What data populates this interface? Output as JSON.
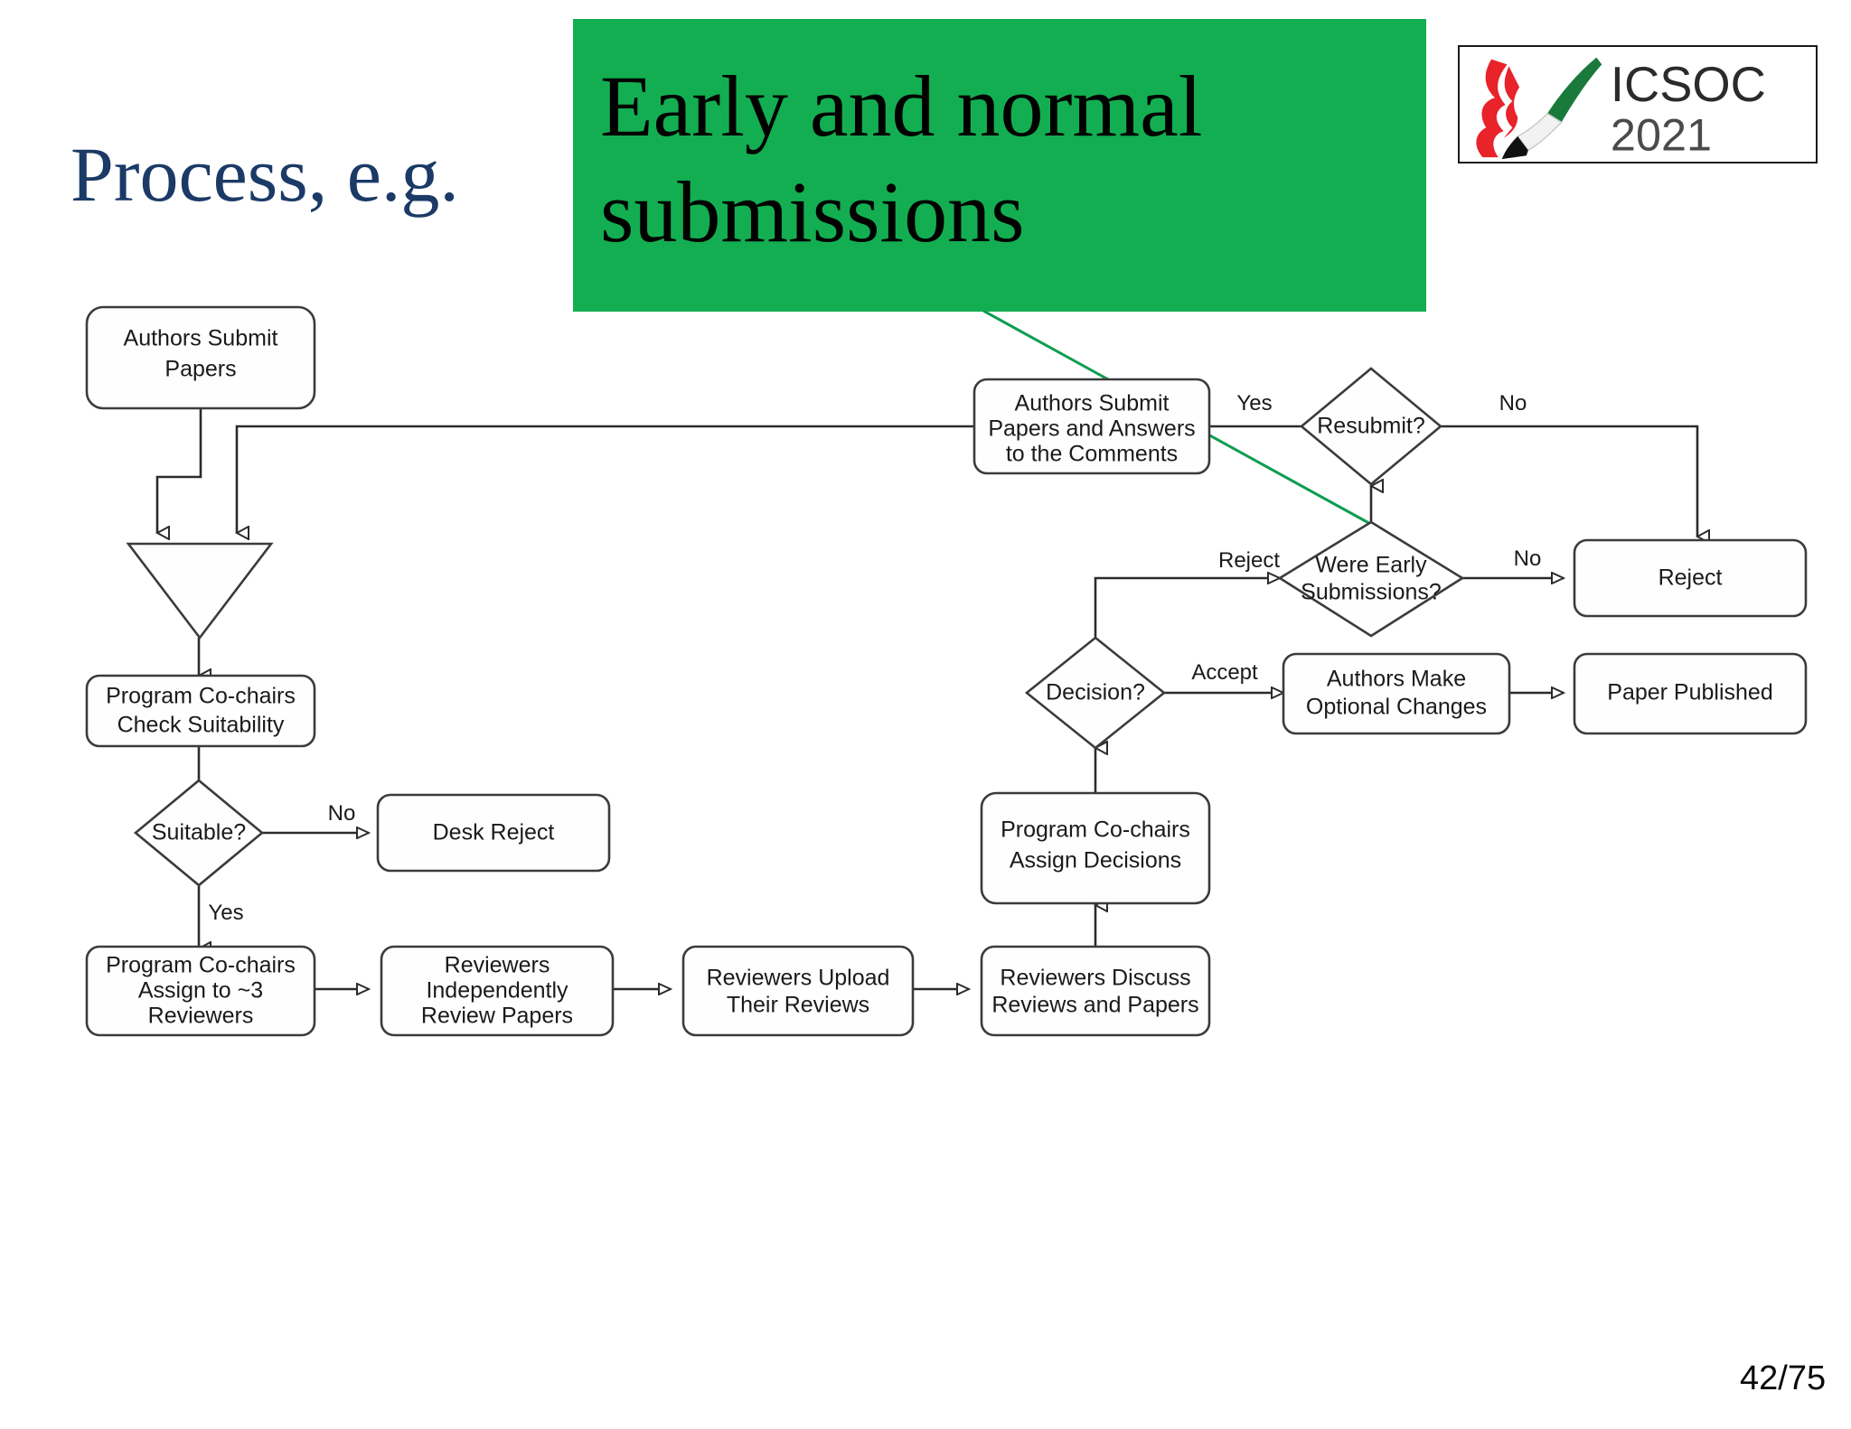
{
  "slide": {
    "title": "Process, e.g.",
    "title_color": "#1b3a66",
    "page_number": "42/75",
    "background": "#ffffff"
  },
  "callout": {
    "text_line1": "Early and normal",
    "text_line2": "submissions",
    "background_color": "#13ae51",
    "text_color": "#000000",
    "connector_color": "#0f9d4f"
  },
  "logo": {
    "name": "ICSOC 2021",
    "line1": "ICSOC",
    "line2": "2021",
    "colors": {
      "red": "#e8232a",
      "green": "#1a7a3c",
      "white": "#f2f2f2",
      "black": "#111111",
      "text": "#2b2b2b"
    }
  },
  "flowchart": {
    "type": "process-flow-diagram",
    "nodes": [
      {
        "id": "authors_submit_papers",
        "shape": "rounded-rect",
        "label": "Authors Submit\nPapers",
        "lines": [
          "Authors Submit",
          "Papers"
        ]
      },
      {
        "id": "merge",
        "shape": "inverted-triangle",
        "label": ""
      },
      {
        "id": "check_suitability",
        "shape": "rounded-rect",
        "label": "Program Co-chairs\nCheck Suitability",
        "lines": [
          "Program Co-chairs",
          "Check Suitability"
        ]
      },
      {
        "id": "suitable",
        "shape": "diamond",
        "label": "Suitable?",
        "lines": [
          "Suitable?"
        ]
      },
      {
        "id": "desk_reject",
        "shape": "rounded-rect",
        "label": "Desk Reject",
        "lines": [
          "Desk Reject"
        ]
      },
      {
        "id": "assign_reviewers",
        "shape": "rounded-rect",
        "label": "Program Co-chairs\nAssign to ~3\nReviewers",
        "lines": [
          "Program Co-chairs",
          "Assign to ~3",
          "Reviewers"
        ]
      },
      {
        "id": "independent_review",
        "shape": "rounded-rect",
        "label": "Reviewers\nIndependently\nReview Papers",
        "lines": [
          "Reviewers",
          "Independently",
          "Review Papers"
        ]
      },
      {
        "id": "upload_reviews",
        "shape": "rounded-rect",
        "label": "Reviewers Upload\nTheir Reviews",
        "lines": [
          "Reviewers Upload",
          "Their Reviews"
        ]
      },
      {
        "id": "discuss_reviews",
        "shape": "rounded-rect",
        "label": "Reviewers Discuss\nReviews and Papers",
        "lines": [
          "Reviewers Discuss",
          "Reviews and Papers"
        ]
      },
      {
        "id": "assign_decisions",
        "shape": "rounded-rect",
        "label": "Program Co-chairs\nAssign Decisions",
        "lines": [
          "Program Co-chairs",
          "Assign Decisions"
        ]
      },
      {
        "id": "decision",
        "shape": "diamond",
        "label": "Decision?",
        "lines": [
          "Decision?"
        ]
      },
      {
        "id": "optional_changes",
        "shape": "rounded-rect",
        "label": "Authors Make\nOptional Changes",
        "lines": [
          "Authors Make",
          "Optional Changes"
        ]
      },
      {
        "id": "paper_published",
        "shape": "rounded-rect",
        "label": "Paper Published",
        "lines": [
          "Paper Published"
        ]
      },
      {
        "id": "were_early",
        "shape": "diamond",
        "label": "Were Early\nSubmissions?",
        "lines": [
          "Were Early",
          "Submissions?"
        ]
      },
      {
        "id": "reject",
        "shape": "rounded-rect",
        "label": "Reject",
        "lines": [
          "Reject"
        ]
      },
      {
        "id": "resubmit",
        "shape": "diamond",
        "label": "Resubmit?",
        "lines": [
          "Resubmit?"
        ]
      },
      {
        "id": "submit_answers",
        "shape": "rounded-rect",
        "label": "Authors Submit\nPapers and Answers\nto the Comments",
        "lines": [
          "Authors Submit",
          "Papers and Answers",
          "to the Comments"
        ]
      }
    ],
    "edges": [
      {
        "from": "authors_submit_papers",
        "to": "merge",
        "label": ""
      },
      {
        "from": "submit_answers",
        "to": "merge",
        "label": ""
      },
      {
        "from": "merge",
        "to": "check_suitability",
        "label": ""
      },
      {
        "from": "check_suitability",
        "to": "suitable",
        "label": ""
      },
      {
        "from": "suitable",
        "to": "desk_reject",
        "label": "No"
      },
      {
        "from": "suitable",
        "to": "assign_reviewers",
        "label": "Yes"
      },
      {
        "from": "assign_reviewers",
        "to": "independent_review",
        "label": ""
      },
      {
        "from": "independent_review",
        "to": "upload_reviews",
        "label": ""
      },
      {
        "from": "upload_reviews",
        "to": "discuss_reviews",
        "label": ""
      },
      {
        "from": "discuss_reviews",
        "to": "assign_decisions",
        "label": ""
      },
      {
        "from": "assign_decisions",
        "to": "decision",
        "label": ""
      },
      {
        "from": "decision",
        "to": "optional_changes",
        "label": "Accept"
      },
      {
        "from": "optional_changes",
        "to": "paper_published",
        "label": ""
      },
      {
        "from": "decision",
        "to": "were_early",
        "label": "Reject"
      },
      {
        "from": "were_early",
        "to": "reject",
        "label": "No"
      },
      {
        "from": "were_early",
        "to": "resubmit",
        "label": ""
      },
      {
        "from": "resubmit",
        "to": "submit_answers",
        "label": "Yes"
      },
      {
        "from": "resubmit",
        "to": "reject",
        "label": "No"
      }
    ],
    "edge_labels": {
      "suitable_no": "No",
      "suitable_yes": "Yes",
      "decision_accept": "Accept",
      "decision_reject": "Reject",
      "early_no": "No",
      "resubmit_yes": "Yes",
      "resubmit_no": "No"
    }
  }
}
